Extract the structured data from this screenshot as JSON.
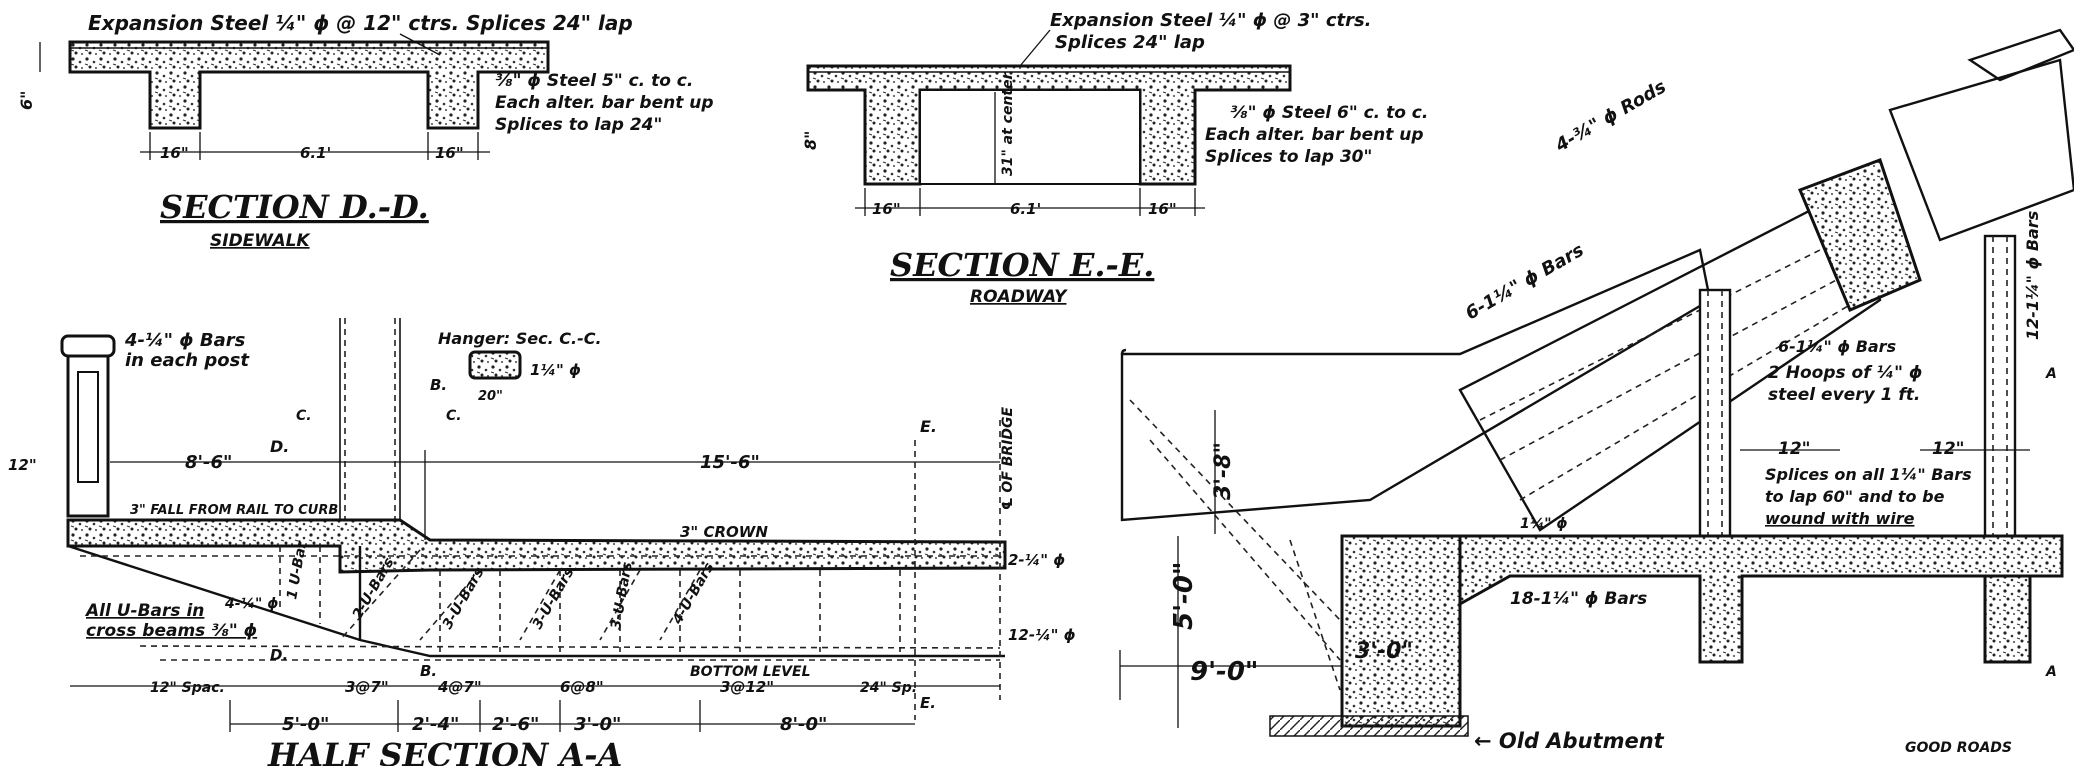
{
  "section_dd": {
    "top_label": "Expansion Steel ¼\" ϕ @ 12\" ctrs. Splices 24\" lap",
    "bar_label": "⅜\" ϕ Steel 5\" c. to c.",
    "bent_note_1": "Each alter. bar bent up",
    "bent_note_2": "Splices to lap 24\"",
    "depth": "6\"",
    "dim_left": "16\"",
    "dim_mid": "6.1'",
    "dim_right": "16\"",
    "title": "SECTION D.-D.",
    "subtitle": "SIDEWALK"
  },
  "section_ee": {
    "top_label_1": "Expansion Steel ¼\" ϕ @ 3\" ctrs.",
    "top_label_2": "Splices 24\" lap",
    "bar_label": "⅜\" ϕ Steel 6\" c. to c.",
    "bent_note_1": "Each alter. bar bent up",
    "bent_note_2": "Splices to lap 30\"",
    "depth": "8\"",
    "center_depth": "31\" at center",
    "dim_left": "16\"",
    "dim_mid": "6.1'",
    "dim_right": "16\"",
    "title": "SECTION E.-E.",
    "subtitle": "ROADWAY"
  },
  "half_section": {
    "post_label_1": "4-¼\" ϕ Bars",
    "post_label_2": "in each post",
    "hanger_label": "Hanger: Sec. C.-C.",
    "hanger_bar": "1¼\" ϕ",
    "hanger_dim": "20\"",
    "hanger_b": "B.",
    "post_width": "12\"",
    "span_left": "8'-6\"",
    "span_right": "15'-6\"",
    "mark_d": "D.",
    "mark_c1": "C.",
    "mark_c2": "C.",
    "mark_e": "E.",
    "mark_d2": "D.",
    "mark_e2": "E.",
    "mark_b2": "B.",
    "center_line": "℄ OF BRIDGE",
    "fall_note": "3\" FALL FROM RAIL TO CURB",
    "crown_note": "3\" CROWN",
    "bars_top": "2-¼\" ϕ",
    "bars_bottom": "12-¼\" ϕ",
    "ubar_note_1": "All U-Bars in",
    "ubar_note_2": "cross beams ⅜\" ϕ",
    "left_bars": "4-¼\" ϕ",
    "bottom_level": "BOTTOM LEVEL",
    "sp_1": "12\" Spac.",
    "sp_2": "3@7\"",
    "sp_3": "4@7\"",
    "sp_4": "6@8\"",
    "sp_5": "3@12\"",
    "sp_6": "24\" Sp.",
    "dim_a": "5'-0\"",
    "dim_b": "2'-4\"",
    "dim_c": "2'-6\"",
    "dim_d": "3'-0\"",
    "dim_e": "8'-0\"",
    "ubar_1": "1 U-Bar",
    "ubar_2": "2-U-Bars",
    "ubar_3": "3-U-Bars",
    "ubar_4": "3-U-Bars",
    "ubar_5": "3-U-Bars",
    "ubar_6": "4-U-Bars",
    "bottom_title": "HALF SECTION A-A"
  },
  "arch": {
    "rods": "4-¾\" ϕ Rods",
    "bars_6": "6-1¼\" ϕ Bars",
    "bars_6b": "6-1¼\" ϕ Bars",
    "hoops_1": "2 Hoops of ¼\" ϕ",
    "hoops_2": "steel every 1 ft.",
    "bars_12": "12-1¼\" ϕ Bars",
    "w1": "12\"",
    "w2": "12\"",
    "splice_1": "Splices on all 1¼\" Bars",
    "splice_2": "to lap 60\" and to be",
    "splice_3": "wound with wire",
    "h_38": "3'-8\"",
    "h_50": "5'-0\"",
    "w_90": "9'-0\"",
    "w_30": "3'-0\"",
    "small_dim": "1¼\" ϕ",
    "bars_18": "18-1¼\" ϕ Bars",
    "abutment": "← Old Abutment",
    "section_a1": "A",
    "section_a2": "A",
    "credit": "GOOD ROADS"
  }
}
